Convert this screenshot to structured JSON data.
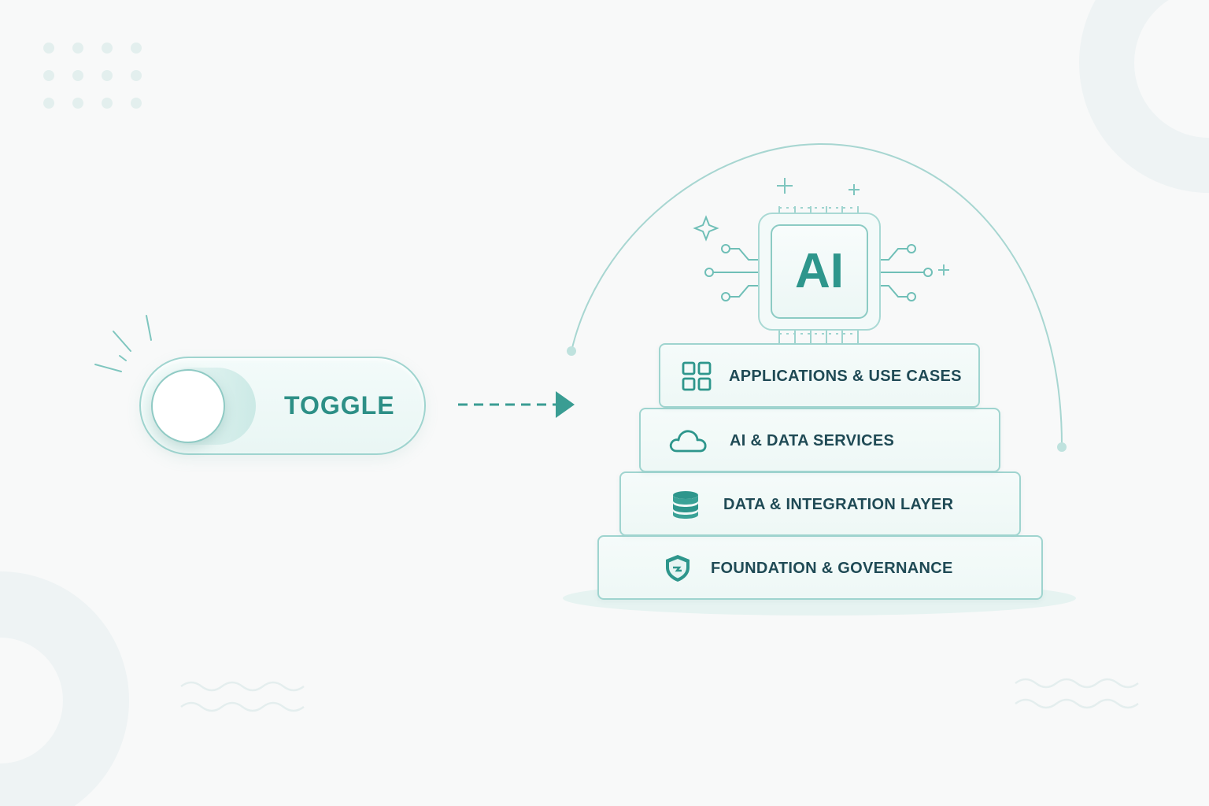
{
  "toggle": {
    "label": "TOGGLE",
    "state": "off"
  },
  "chip": {
    "label": "AI"
  },
  "stack": {
    "layers": [
      {
        "label": "APPLICATIONS & USE CASES",
        "icon": "grid-icon"
      },
      {
        "label": "AI & DATA SERVICES",
        "icon": "cloud-icon"
      },
      {
        "label": "DATA & INTEGRATION LAYER",
        "icon": "database-icon"
      },
      {
        "label": "FOUNDATION & GOVERNANCE",
        "icon": "shield-icon"
      }
    ]
  },
  "colors": {
    "accent": "#2e968c",
    "stroke": "#9fd4cf",
    "text_dark": "#1f4a55",
    "background": "#f8f9f9"
  }
}
